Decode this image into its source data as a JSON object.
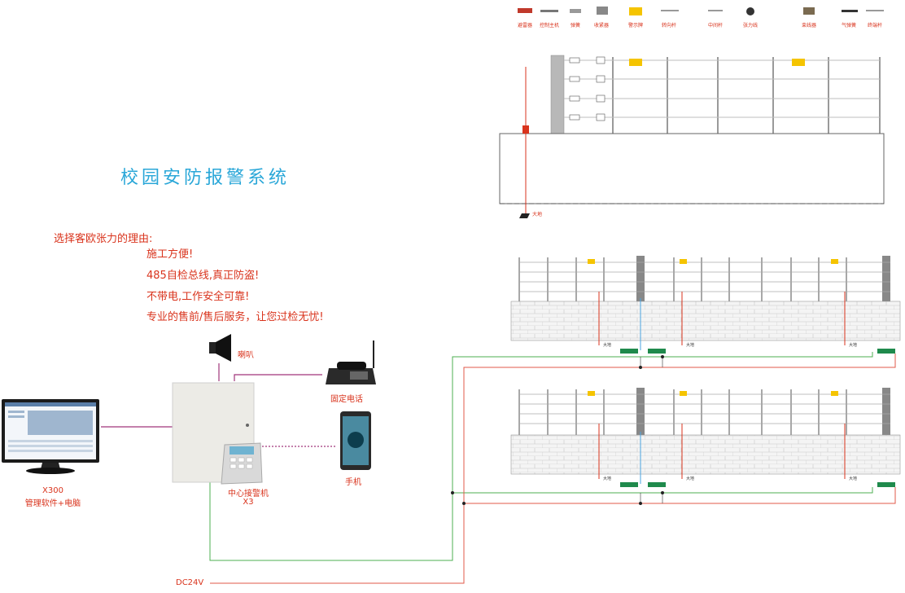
{
  "title": "校园安防报警系统",
  "reasons": {
    "heading": "选择客欧张力的理由:",
    "items": [
      "施工方便!",
      "485自检总线,真正防盗!",
      "不带电,工作安全可靠!",
      "专业的售前/售后服务，让您过检无忧!"
    ]
  },
  "devices": {
    "speaker_label": "喇叭",
    "phone_label": "固定电话",
    "mobile_label": "手机",
    "controller_label": "中心接警机",
    "controller_model": "X3",
    "pc_model": "X300",
    "pc_label": "管理软件+电脑",
    "power_label": "DC24V"
  },
  "parts": [
    "避雷器",
    "控制主机",
    "弹簧",
    "收紧器",
    "警示牌",
    "转向杆",
    "中间杆",
    "张力线",
    "束线器",
    "气弹簧",
    "终端杆"
  ],
  "ground_label": "大地",
  "colors": {
    "accent_title": "#2aa7d8",
    "text_red": "#d9331c",
    "wire_green": "#4caf50",
    "wire_red": "#e05a4a",
    "wire_magenta": "#a0357a",
    "box_green": "#1f8a4c",
    "warning_yellow": "#f5c400"
  }
}
